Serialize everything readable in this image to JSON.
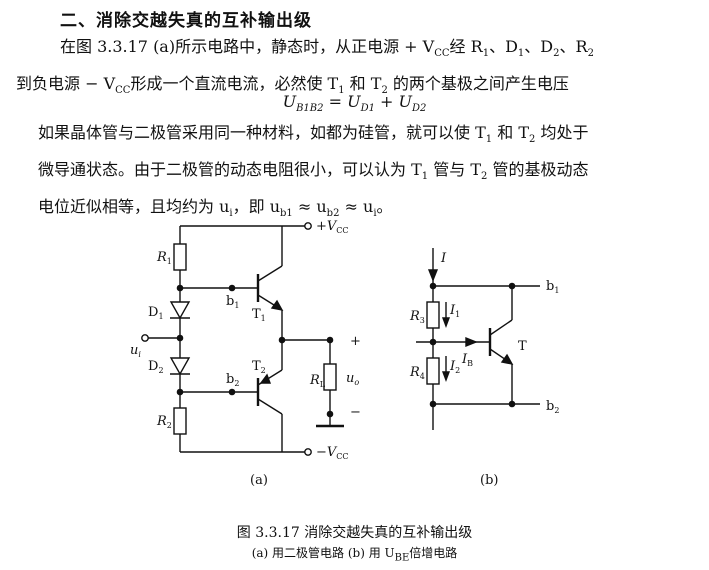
{
  "section": {
    "heading": "二、消除交越失真的互补输出级"
  },
  "text": {
    "p1_line1": "在图 3.3.17 (a)所示电路中，静态时，从正电源 + V",
    "p1_sub1": "CC",
    "p1_line1b": "经 R",
    "p1_line1c": "、D",
    "p1_line1d": "、D",
    "p1_line1e": "、R",
    "p1_line2": "到负电源 − V",
    "p1_line2b": "形成一个直流电流，必然使 T",
    "p1_line2c": " 和 T",
    "p1_line2d": " 的两个基极之间产生电压",
    "eq_lhs": "U",
    "eq_lhs_sub": "B1B2",
    "eq_mid": " = U",
    "eq_mid_sub": "D1",
    "eq_plus": " + U",
    "eq_rhs_sub": "D2",
    "p2_line1": "如果晶体管与二极管采用同一种材料，如都为硅管，就可以使 T",
    "p2_line1b": " 和 T",
    "p2_line1c": " 均处于",
    "p2_line2": "微导通状态。由于二极管的动态电阻很小，可以认为 T",
    "p2_line2b": " 管与 T",
    "p2_line2c": " 管的基极动态",
    "p2_line3": "电位近似相等，且均约为 u",
    "p2_line3b": "，即 u",
    "p2_line3c": " ≈ u",
    "p2_line3d": " ≈ u",
    "p2_line3e": "。",
    "sub_1": "1",
    "sub_2": "2",
    "sub_i": "i",
    "sub_b1": "b1",
    "sub_b2": "b2"
  },
  "figure_a": {
    "vcc_pos": "+V",
    "vcc_sub": "CC",
    "vcc_neg": "−V",
    "R1": "R",
    "R2": "R",
    "D1": "D",
    "D2": "D",
    "T1": "T",
    "T2": "T",
    "b1": "b",
    "b2": "b",
    "RL": "R",
    "RL_sub": "L",
    "ui": "u",
    "uo": "u",
    "uo_sub": "o",
    "plus": "+",
    "minus": "−",
    "label": "(a)"
  },
  "figure_b": {
    "I": "I",
    "I1": "I",
    "I2": "I",
    "IB": "I",
    "IB_sub": "B",
    "R3": "R",
    "R4": "R",
    "T": "T",
    "b1": "b",
    "b2": "b",
    "sub3": "3",
    "sub4": "4",
    "label": "(b)"
  },
  "caption": {
    "main": "图 3.3.17   消除交越失真的互补输出级",
    "sub": "(a) 用二极管电路  (b) 用 U",
    "sub_be": "BE",
    "sub_end": "倍增电路"
  }
}
